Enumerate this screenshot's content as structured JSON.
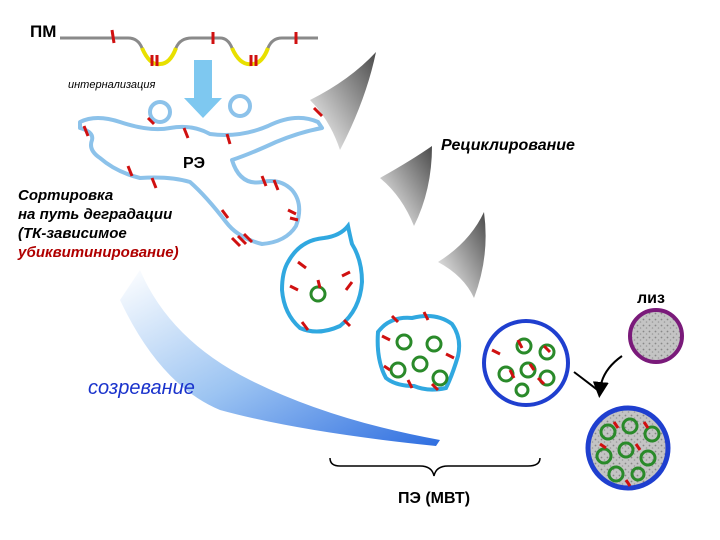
{
  "labels": {
    "pm": "ПМ",
    "internalization": "интернализация",
    "re": "РЭ",
    "recycling": "Рециклирование",
    "sorting_line1": "Сортировка",
    "sorting_line2": "на путь деградации",
    "sorting_line3": "(ТК-зависимое",
    "sorting_line4": "убиквитинирование)",
    "lysosome": "лиз",
    "maturation": "созревание",
    "late_endosome": "ПЭ (МВТ)"
  },
  "colors": {
    "membrane": "#8a8a8a",
    "coat": "#e8e000",
    "receptor": "#d01010",
    "early_endosome": "#7fb8e8",
    "sorting_endosome": "#30a8e0",
    "late_endosome": "#1f3fcf",
    "ilv": "#2a8a2a",
    "lysosome_border": "#7a1a7a",
    "lysosome_fill": "#b8b8b8",
    "arrow": "#7ec8f0",
    "maturation_text": "#1a33cc",
    "ubiquitin_text": "#b00000"
  }
}
